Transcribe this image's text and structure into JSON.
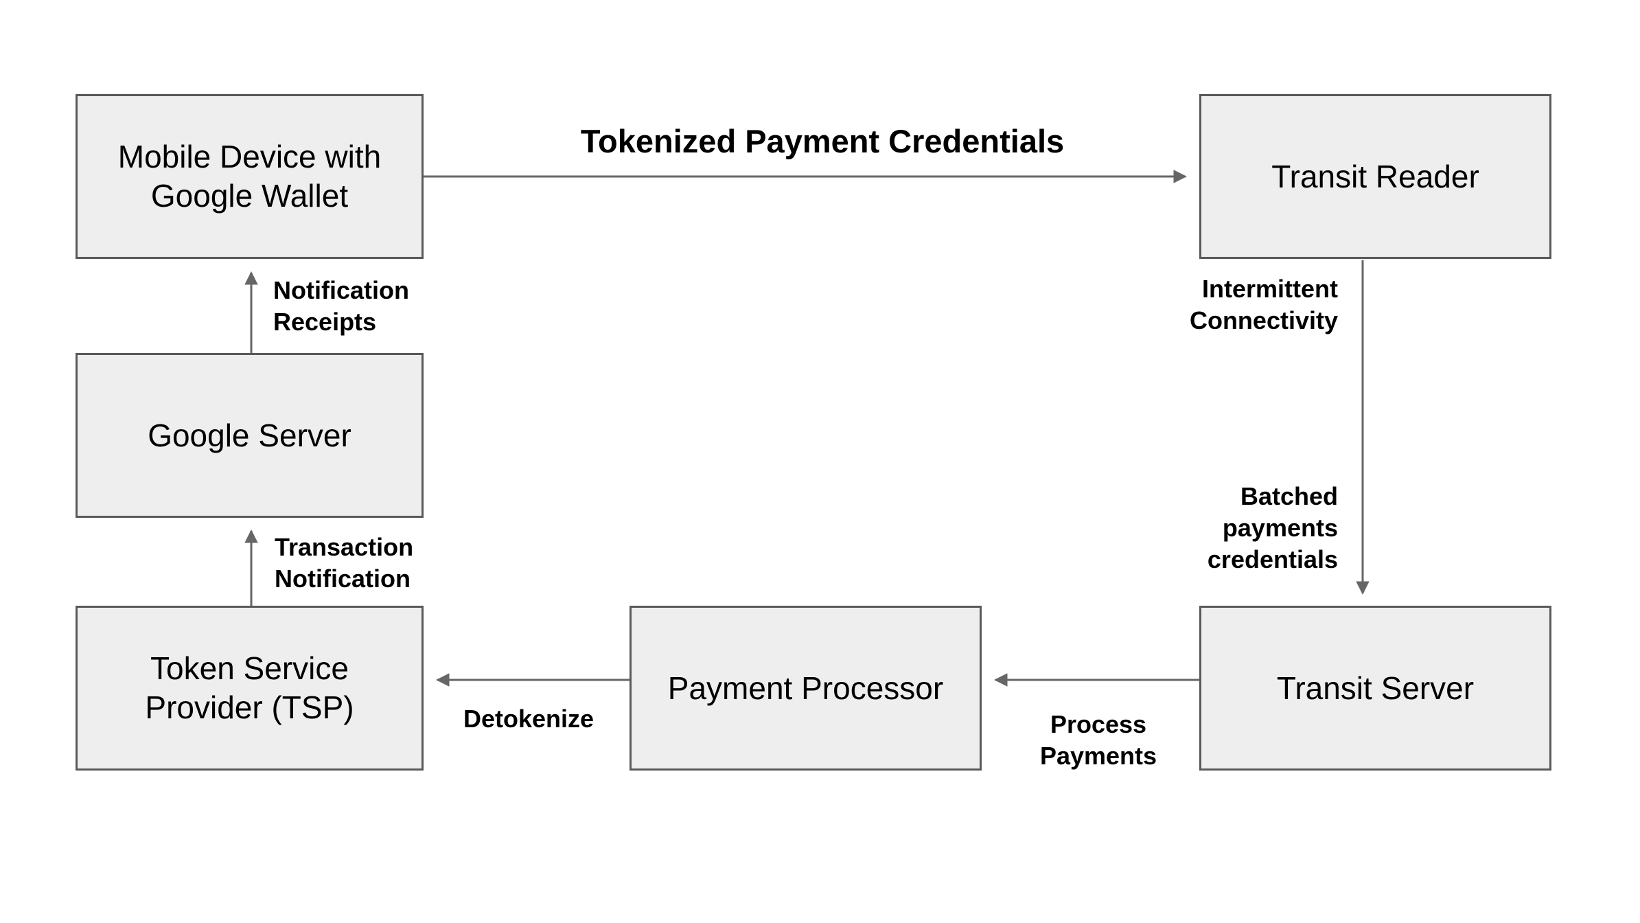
{
  "diagram": {
    "background": "#ffffff",
    "colors": {
      "node_fill": "#eeeeee",
      "node_border": "#595959",
      "arrow": "#666666",
      "text": "#000000"
    },
    "nodes": {
      "mobile_device": {
        "label": "Mobile Device with Google Wallet"
      },
      "transit_reader": {
        "label": "Transit Reader"
      },
      "google_server": {
        "label": "Google Server"
      },
      "tsp": {
        "label": "Token Service Provider (TSP)"
      },
      "payment_processor": {
        "label": "Payment Processor"
      },
      "transit_server": {
        "label": "Transit Server"
      }
    },
    "edges": {
      "mobile_to_reader": {
        "from": "mobile_device",
        "to": "transit_reader",
        "label": "Tokenized Payment Credentials"
      },
      "reader_to_server": {
        "from": "transit_reader",
        "to": "transit_server",
        "labels": [
          "Intermittent\nConnectivity",
          "Batched\npayments\ncredentials"
        ]
      },
      "server_to_processor": {
        "from": "transit_server",
        "to": "payment_processor",
        "label": "Process\nPayments"
      },
      "processor_to_tsp": {
        "from": "payment_processor",
        "to": "tsp",
        "label": "Detokenize"
      },
      "tsp_to_google": {
        "from": "tsp",
        "to": "google_server",
        "label": "Transaction\nNotification"
      },
      "google_to_mobile": {
        "from": "google_server",
        "to": "mobile_device",
        "label": "Notification\nReceipts"
      }
    }
  }
}
